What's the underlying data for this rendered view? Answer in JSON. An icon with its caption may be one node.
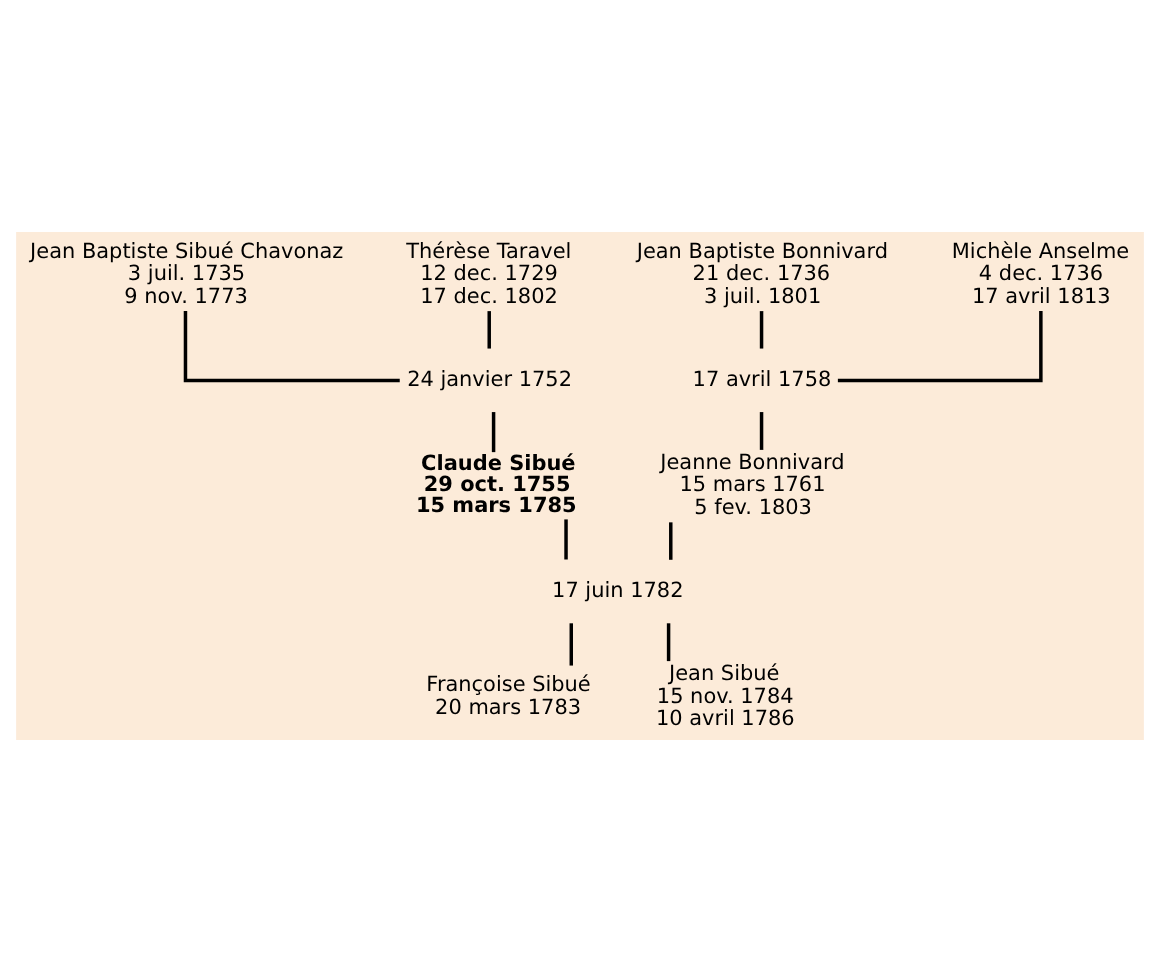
{
  "diagram": {
    "nodes": [
      {
        "text": [
          "Jean Baptiste Sibué Chavonaz",
          "3 juil. 1735",
          "9 nov. 1773"
        ]
      },
      {
        "text": [
          "Thérèse Taravel",
          "12 dec. 1729",
          "17 dec. 1802"
        ]
      },
      {
        "text": [
          "Jean Baptiste Bonnivard",
          "21 dec. 1736",
          "3 juil. 1801"
        ]
      },
      {
        "text": [
          "Michèle Anselme",
          "4 dec. 1736",
          "17 avril 1813"
        ]
      },
      {
        "text": [
          "24 janvier 1752"
        ]
      },
      {
        "text": [
          "17 avril 1758"
        ]
      },
      {
        "text": [
          "Claude Sibué",
          "29 oct. 1755",
          "15 mars 1785"
        ]
      },
      {
        "text": [
          "Jeanne Bonnivard",
          "15 mars 1761",
          "5 fev. 1803"
        ]
      },
      {
        "text": [
          "17 juin 1782"
        ]
      },
      {
        "text": [
          "Françoise Sibué",
          "20 mars 1783"
        ]
      },
      {
        "text": [
          "Jean Sibué",
          "15 nov. 1784",
          "10 avril 1786"
        ]
      }
    ],
    "edges": [
      {
        "from": 0,
        "to": 4,
        "arrow": "none"
      },
      {
        "from": 1,
        "to": 4,
        "arrow": "none"
      },
      {
        "from": 2,
        "to": 5,
        "arrow": "none"
      },
      {
        "from": 3,
        "to": 5,
        "arrow": "none"
      },
      {
        "from": 4,
        "to": 6,
        "arrow": "none"
      },
      {
        "from": 5,
        "to": 7,
        "arrow": "none"
      },
      {
        "from": 6,
        "to": 8,
        "arrow": "none"
      },
      {
        "from": 7,
        "to": 8,
        "arrow": "none"
      },
      {
        "from": 8,
        "to": 9,
        "arrow": "none"
      },
      {
        "from": 8,
        "to": 10,
        "arrow": "none"
      }
    ]
  }
}
